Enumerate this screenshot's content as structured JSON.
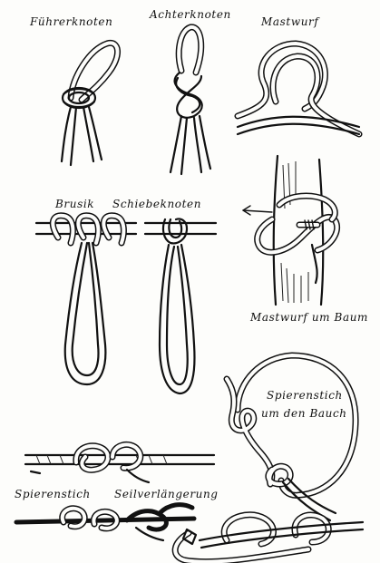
{
  "labels": {
    "fuehrerknoten": "Führerknoten",
    "achterknoten": "Achterknoten",
    "mastwurf": "Mastwurf",
    "brusik": "Brusik",
    "schiebeknoten": "Schiebeknoten",
    "mastwurf_baum": "Mastwurf um Baum",
    "spierenstich_bauch_1": "Spierenstich",
    "spierenstich_bauch_2": "um den Bauch",
    "spierenstich": "Spierenstich",
    "seilverlaengerung": "Seilverlängerung"
  }
}
